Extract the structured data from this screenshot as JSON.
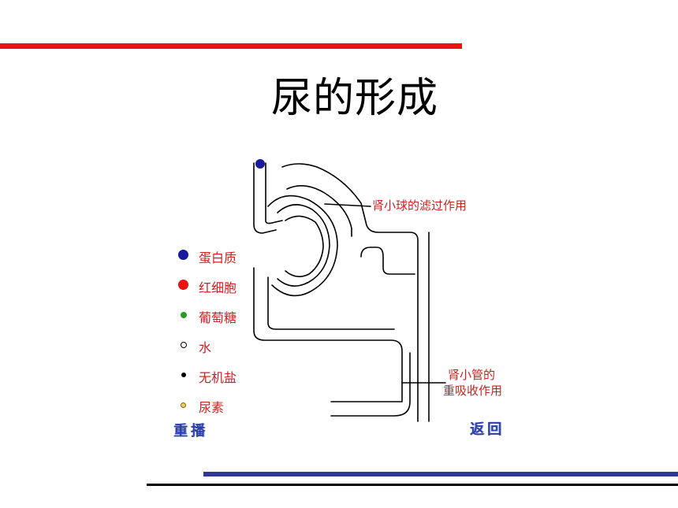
{
  "title": "尿的形成",
  "callouts": {
    "glomerulus": "肾小球的滤过作用",
    "tubule_line1": "肾小管的",
    "tubule_line2": "重吸收作用"
  },
  "legend": [
    {
      "label": "蛋白质",
      "color": "#1a1a9c"
    },
    {
      "label": "红细胞",
      "color": "#ee1111"
    },
    {
      "label": "葡萄糖",
      "color": "#2a9a2a"
    },
    {
      "label": "水",
      "color": "#ffffff"
    },
    {
      "label": "无机盐",
      "color": "#000000"
    },
    {
      "label": "尿素",
      "color": "#b8a030"
    }
  ],
  "nav": {
    "replay": "重播",
    "back": "返回"
  },
  "colors": {
    "accent_red": "#ee1111",
    "accent_blue": "#303a8c",
    "label_red": "#cc2222",
    "nav_blue": "#2e3fa8"
  }
}
